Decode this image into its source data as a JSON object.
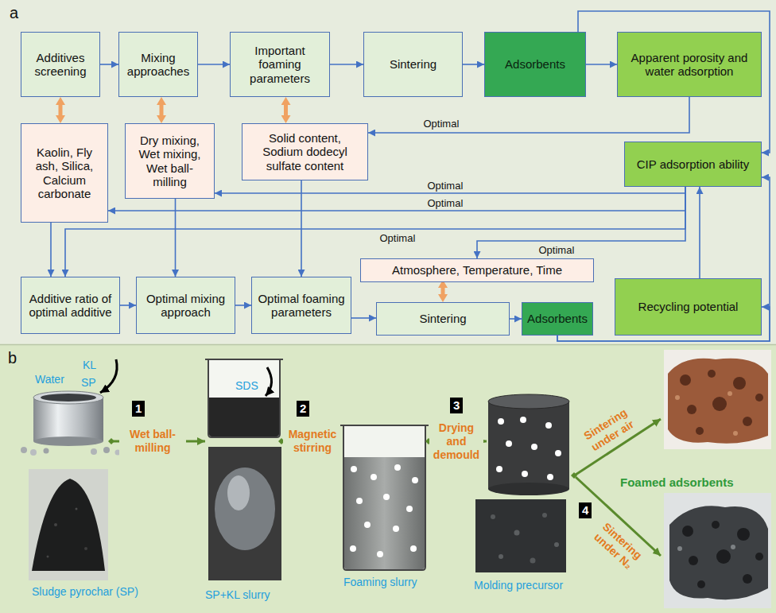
{
  "diagram": {
    "nodes": [
      {
        "text": [
          "Additives screening"
        ]
      },
      {
        "text": [
          "Mixing approaches"
        ]
      },
      {
        "text": [
          "Important foaming parameters"
        ]
      },
      {
        "text": [
          "Sintering"
        ]
      },
      {
        "text": [
          "Adsorbents"
        ]
      },
      {
        "text": [
          "Apparent porosity and water adsorption"
        ]
      },
      {
        "text": [
          "Kaolin, Fly ash, Silica, Calcium carbonate"
        ]
      },
      {
        "text": [
          "Dry mixing, Wet mixing, Wet ball-milling"
        ]
      },
      {
        "text": [
          "Solid content, Sodium dodecyl sulfate content"
        ]
      },
      {
        "text": [
          "CIP adsorption ability"
        ]
      },
      {
        "text": [
          "Additive ratio of optimal additive"
        ]
      },
      {
        "text": [
          "Optimal mixing approach"
        ]
      },
      {
        "text": [
          "Optimal foaming parameters"
        ]
      },
      {
        "text": [
          "Atmosphere, Temperature, Time"
        ]
      },
      {
        "text": [
          "Sintering"
        ]
      },
      {
        "text": [
          "Adsorbents"
        ]
      },
      {
        "text": [
          "Recycling potential"
        ]
      }
    ],
    "edges": [
      {
        "from": 0,
        "to": 1,
        "arrow": "to"
      },
      {
        "from": 1,
        "to": 2,
        "arrow": "to"
      },
      {
        "from": 2,
        "to": 3,
        "arrow": "to"
      },
      {
        "from": 3,
        "to": 4,
        "arrow": "to"
      },
      {
        "from": 4,
        "to": 5,
        "arrow": "to"
      },
      {
        "from": 4,
        "to": 9,
        "arrow": "to"
      },
      {
        "from": 15,
        "to": 9,
        "arrow": "to"
      },
      {
        "from": 15,
        "to": 16,
        "arrow": "to"
      },
      {
        "from": 5,
        "to": 8,
        "label": "Optimal",
        "arrow": "to"
      },
      {
        "from": 9,
        "to": 7,
        "label": "Optimal",
        "arrow": "to"
      },
      {
        "from": 9,
        "to": 6,
        "label": "Optimal",
        "arrow": "to"
      },
      {
        "from": 9,
        "to": 10,
        "label": "Optimal",
        "arrow": "to"
      },
      {
        "from": 9,
        "to": 13,
        "label": "Optimal",
        "arrow": "to"
      },
      {
        "from": 16,
        "to": 9,
        "arrow": "to"
      },
      {
        "from": 0,
        "to": 6,
        "arrow": "both"
      },
      {
        "from": 1,
        "to": 7,
        "arrow": "both"
      },
      {
        "from": 2,
        "to": 8,
        "arrow": "both"
      },
      {
        "from": 13,
        "to": 14,
        "arrow": "both"
      },
      {
        "from": 6,
        "to": 10,
        "arrow": "to"
      },
      {
        "from": 7,
        "to": 11,
        "arrow": "to"
      },
      {
        "from": 8,
        "to": 12,
        "arrow": "to"
      },
      {
        "from": 10,
        "to": 11,
        "arrow": "to"
      },
      {
        "from": 11,
        "to": 12,
        "arrow": "to"
      },
      {
        "from": 12,
        "to": 14,
        "arrow": "to"
      },
      {
        "from": 14,
        "to": 15,
        "arrow": "to"
      }
    ],
    "labels": [
      "a",
      "b",
      "Water",
      "KL",
      "SP",
      "1",
      "Wet ball-milling",
      "SDS",
      "2",
      "Magnetic stirring",
      "3",
      "Drying and demould",
      "Sintering under air",
      "Foamed adsorbents",
      "4",
      "Sintering under N₂",
      "Sludge pyrochar (SP)",
      "SP+KL slurry",
      "Foaming slurry",
      "Molding precursor"
    ]
  }
}
